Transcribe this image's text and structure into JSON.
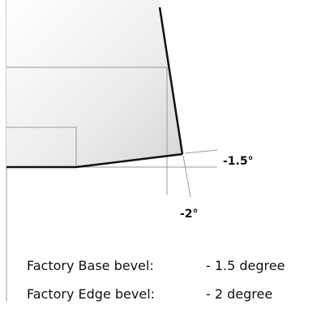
{
  "diagram": {
    "base_angle_label": "-1.5°",
    "edge_angle_label": "-2°"
  },
  "specs": [
    {
      "label": "Factory Base bevel:",
      "value": "- 1.5 degree"
    },
    {
      "label": "Factory Edge bevel:",
      "value": "- 2 degree"
    }
  ]
}
